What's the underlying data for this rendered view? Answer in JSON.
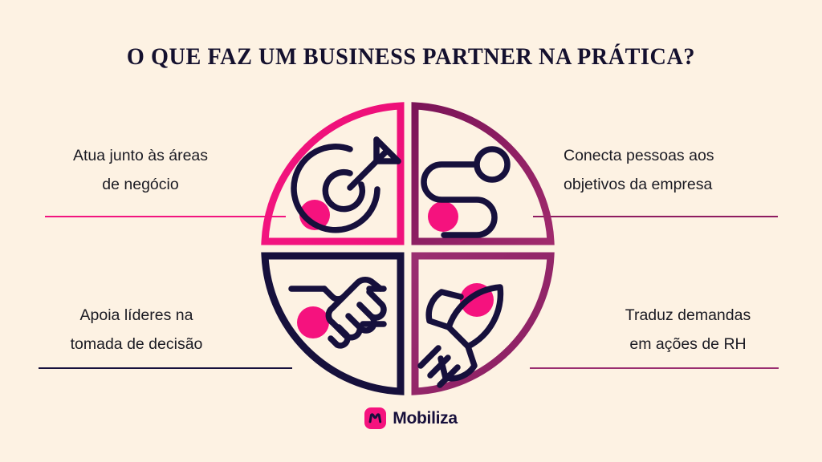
{
  "page": {
    "title": "O QUE FAZ UM BUSINESS PARTNER NA PRÁTICA?",
    "background_color": "#FDF2E3"
  },
  "colors": {
    "background": "#FDF2E3",
    "pink": "#F2147F",
    "pink_dot": "#F5127E",
    "purple": "#8E1C60",
    "mauve": "#9A2E70",
    "navy": "#16103C",
    "text": "#1B1B23"
  },
  "diagram": {
    "type": "four-quadrant-circle",
    "quadrants": [
      {
        "id": "top-left",
        "icon": "target-arrow-icon",
        "arc_color": "#F2147F",
        "icon_color": "#16103C",
        "dot_color": "#F5127E",
        "label_lines": [
          "Atua junto às áreas",
          "de negócio"
        ],
        "label_text": "Atua junto às áreas de negócio",
        "connector_color": "#F2147F"
      },
      {
        "id": "top-right",
        "icon": "route-path-icon",
        "arc_color": "#8E1C60",
        "icon_color": "#16103C",
        "dot_color": "#F5127E",
        "label_lines": [
          "Conecta pessoas aos",
          "objetivos da empresa"
        ],
        "label_text": "Conecta pessoas aos objetivos da empresa",
        "connector_color": "#8E1C60"
      },
      {
        "id": "bottom-left",
        "icon": "handshake-icon",
        "arc_color": "#16103C",
        "icon_color": "#16103C",
        "dot_color": "#F5127E",
        "label_lines": [
          "Apoia líderes na",
          "tomada de decisão"
        ],
        "label_text": "Apoia líderes na tomada de decisão",
        "connector_color": "#16103C"
      },
      {
        "id": "bottom-right",
        "icon": "rocket-icon",
        "arc_color": "#9A2E70",
        "icon_color": "#16103C",
        "dot_color": "#F5127E",
        "label_lines": [
          "Traduz demandas",
          "em ações de RH"
        ],
        "label_text": "Traduz demandas em ações de RH",
        "connector_color": "#9A2E70"
      }
    ]
  },
  "logo": {
    "mark_icon": "mobiliza-m-icon",
    "mark_background": "#F5127E",
    "mark_glyph_color": "#160F3B",
    "wordmark": "Mobiliza"
  }
}
